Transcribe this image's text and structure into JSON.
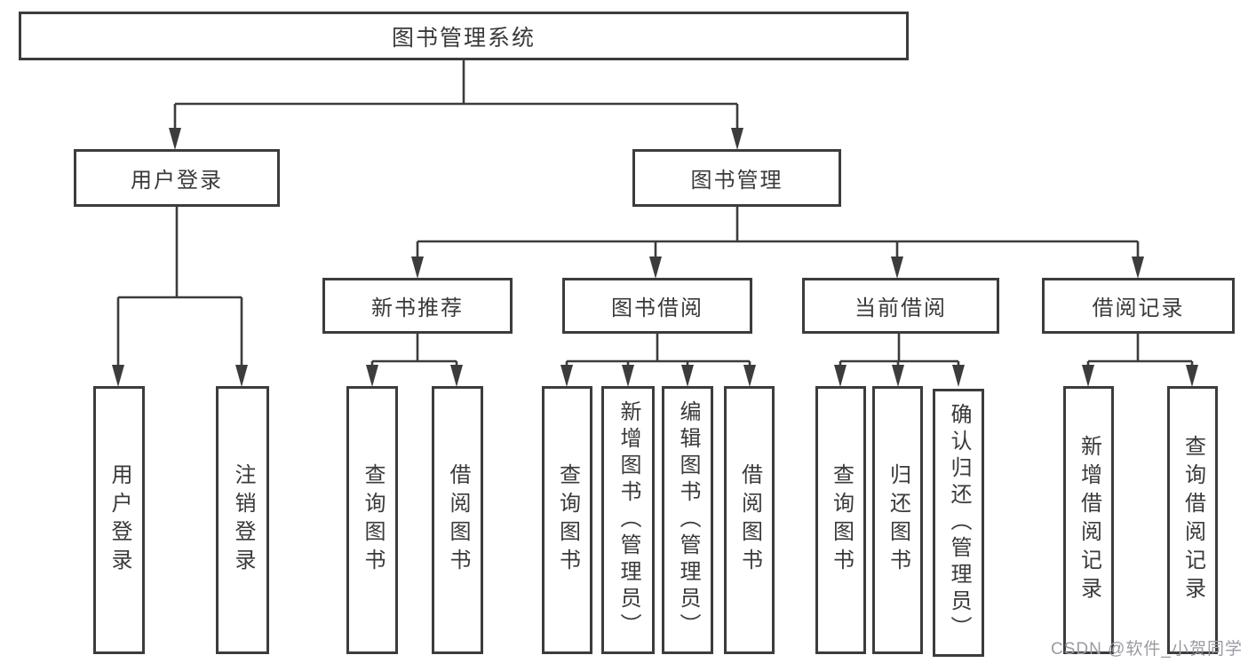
{
  "nodes": {
    "root": "图书管理系统",
    "level1": [
      "用户登录",
      "图书管理"
    ],
    "level2": [
      "新书推荐",
      "图书借阅",
      "当前借阅",
      "借阅记录"
    ],
    "leaves_login": [
      "用户登录",
      "注销登录"
    ],
    "leaves_newbook": [
      "查询图书",
      "借阅图书"
    ],
    "leaves_borrow": [
      "查询图书",
      "新增图书（管理员）",
      "编辑图书（管理员）",
      "借阅图书"
    ],
    "leaves_current": [
      "查询图书",
      "归还图书",
      "确认归还（管理员）"
    ],
    "leaves_records": [
      "新增借阅记录",
      "查询借阅记录"
    ]
  },
  "watermark": "CSDN @软件_小贺同学",
  "colors": {
    "line": "#3c3c3c",
    "text": "#3a3a3a",
    "background": "#ffffff",
    "watermark": "#9a9aa2"
  }
}
